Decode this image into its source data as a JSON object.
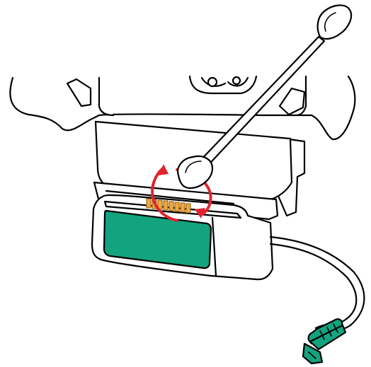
{
  "illustration": {
    "kind": "line-art instruction diagram",
    "depicts": [
      "device-underside",
      "cradle",
      "charging-contacts",
      "cotton-swab",
      "rotation-arrows",
      "cable",
      "cable-connector"
    ],
    "colors": {
      "outline": "#000000",
      "fill": "#ffffff",
      "contacts": "#f2a83b",
      "contacts_outline": "#8a5a10",
      "label_panel": "#13a37f",
      "arrow": "#e0242e"
    },
    "icons": {
      "rotation_indicator": "circular-arrows-icon"
    }
  }
}
